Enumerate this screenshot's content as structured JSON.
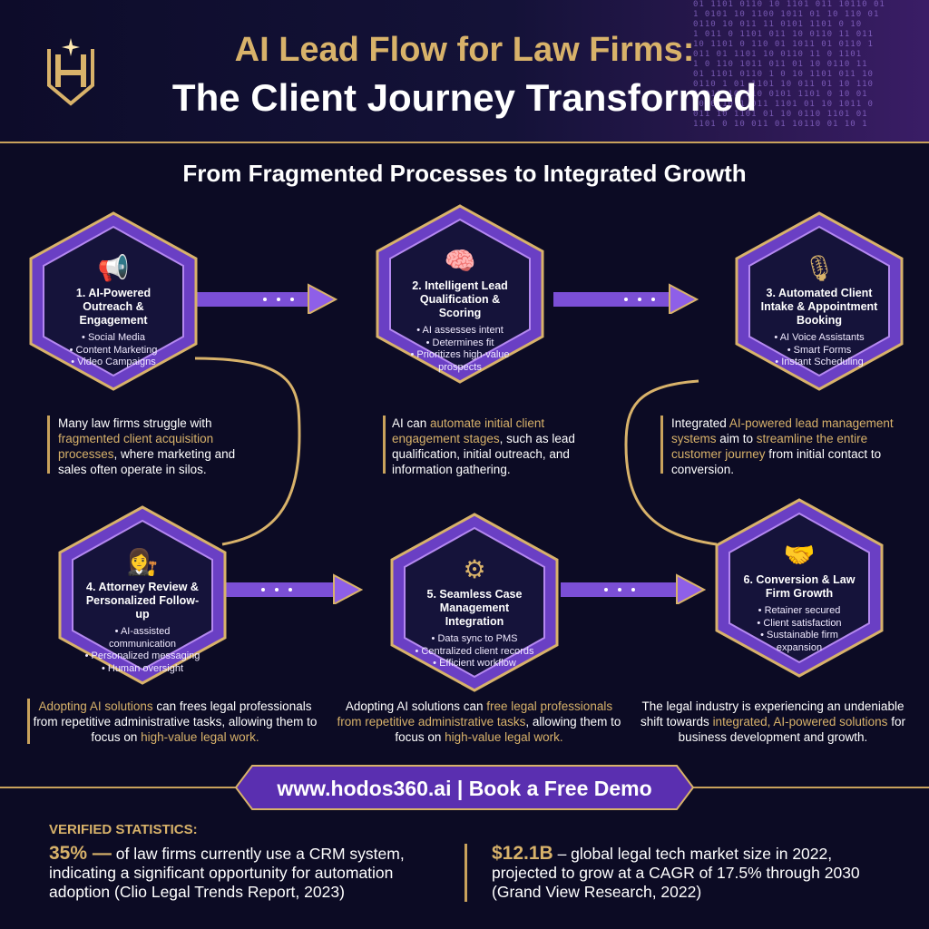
{
  "header": {
    "title_line1": "AI Lead Flow for Law Firms:",
    "title_line2": "The Client Journey Transformed",
    "logo_icon": "hodos-h-logo"
  },
  "subtitle": "From Fragmented Processes to Integrated Growth",
  "steps": [
    {
      "icon": "megaphone-icon",
      "title": "1. AI-Powered Outreach & Engagement",
      "items": [
        "Social Media",
        "Content Marketing",
        "Video Campaigns"
      ]
    },
    {
      "icon": "brain-icon",
      "title": "2. Intelligent Lead Qualification & Scoring",
      "items": [
        "AI assesses intent",
        "Determines fit",
        "Prioritizes high-value prospects"
      ]
    },
    {
      "icon": "microphone-icon",
      "title": "3. Automated Client Intake & Appointment Booking",
      "items": [
        "AI Voice Assistants",
        "Smart Forms",
        "Instant Scheduling"
      ]
    },
    {
      "icon": "attorney-icon",
      "title": "4. Attorney Review & Personalized Follow-up",
      "items": [
        "AI-assisted communication",
        "Personalized messaging",
        "Human oversight"
      ]
    },
    {
      "icon": "gears-icon",
      "title": "5. Seamless Case Management Integration",
      "items": [
        "Data sync to PMS",
        "Centralized client records",
        "Efficient workflow"
      ]
    },
    {
      "icon": "handshake-icon",
      "title": "6. Conversion & Law Firm Growth",
      "items": [
        "Retainer secured",
        "Client satisfaction",
        "Sustainable firm expansion"
      ]
    }
  ],
  "paragraphs": {
    "p1": {
      "a": "Many law firms struggle with ",
      "b": "fragmented client acquisition processes",
      "c": ", where marketing and sales often operate in silos."
    },
    "p2": {
      "a": "AI can ",
      "b": "automate initial client engagement stages",
      "c": ", such as lead qualification, initial outreach, and information gathering."
    },
    "p3": {
      "a": "Integrated ",
      "b": "AI-powered lead management systems",
      "c": " aim to ",
      "d": "streamline the entire customer journey",
      "e": " from initial contact to conversion."
    },
    "p4": {
      "a": "Adopting AI solutions",
      "b": " can frees legal professionals from repetitive administrative tasks, allowing them to focus on ",
      "c": "high-value legal work."
    },
    "p5": {
      "a": "Adopting AI solutions can ",
      "b": "free legal professionals from repetitive administrative tasks",
      "c": ", allowing them to focus on ",
      "d": "high-value legal work."
    },
    "p6": {
      "a": "The legal industry is experiencing an undeniable shift towards ",
      "b": "integrated, AI-powered solutions",
      "c": " for business development and growth."
    }
  },
  "cta": "www.hodos360.ai | Book a Free Demo",
  "stats": {
    "heading": "VERIFIED STATISTICS:",
    "s1_value": "35% —",
    "s1_text": " of law firms currently use a CRM system, indicating a significant opportunity for automation adoption (Clio Legal Trends Report, 2023)",
    "s2_value": "$12.1B",
    "s2_text": " – global legal tech market size in 2022, projected to grow at a CAGR of 17.5% through 2030 (Grand View Research, 2022)"
  },
  "colors": {
    "accent_gold": "#d8b26a",
    "accent_purple": "#7b4fd6",
    "background": "#0c0b24"
  }
}
